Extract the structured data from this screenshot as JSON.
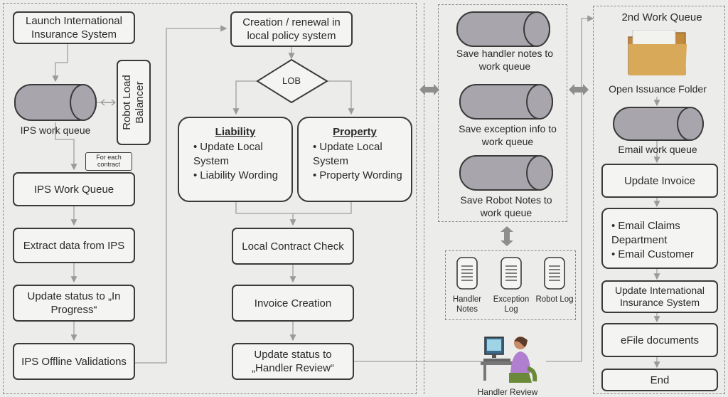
{
  "left": {
    "launch": "Launch International Insurance System",
    "ips_queue_label": "IPS work queue",
    "robot_lb": "Robot Load Balancer",
    "for_each": "For each contract",
    "ips_work_queue": "IPS Work Queue",
    "extract": "Extract data from IPS",
    "update_status": "Update status to „In Progress“",
    "offline": "IPS Offline Validations"
  },
  "middle": {
    "creation": "Creation / renewal in local policy system",
    "lob": "LOB",
    "liability": {
      "title": "Liability",
      "items": [
        "Update Local System",
        "Liability Wording"
      ]
    },
    "property": {
      "title": "Property",
      "items": [
        "Update Local System",
        "Property Wording"
      ]
    },
    "local_check": "Local Contract Check",
    "invoice": "Invoice Creation",
    "handler_review_status": "Update status to „Handler Review“"
  },
  "queues": {
    "items": [
      "Save handler notes to work queue",
      "Save exception info to work queue",
      "Save Robot Notes to work queue"
    ],
    "logs": [
      "Handler Notes",
      "Exception Log",
      "Robot Log"
    ],
    "handler_review": "Handler Review"
  },
  "right": {
    "title": "2nd Work Queue",
    "folder": "Open Issuance Folder",
    "email_queue": "Email work queue",
    "update_invoice": "Update Invoice",
    "email_items": [
      "Email Claims Department",
      "Email Customer"
    ],
    "update_ins": "Update International Insurance System",
    "efile": "eFile documents",
    "end": "End"
  },
  "colors": {
    "queue_fill": "#a8a6ac",
    "folder": "#d9a95a",
    "person_top": "#b07fd0"
  }
}
